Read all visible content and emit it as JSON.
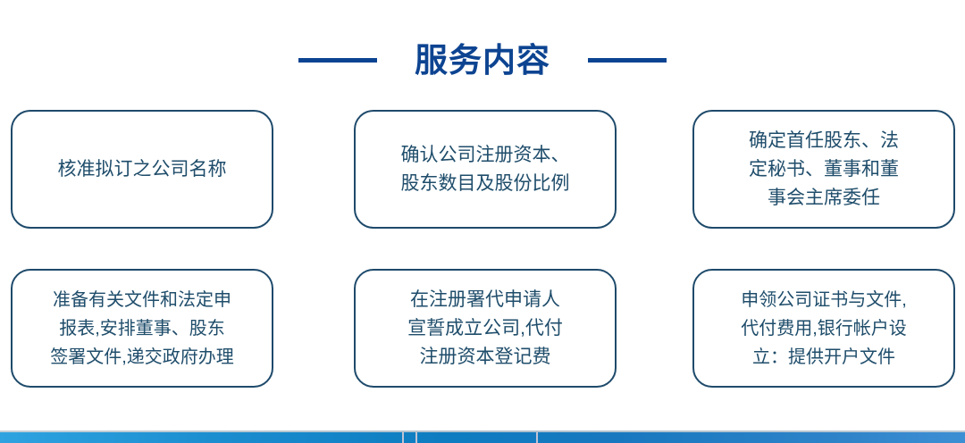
{
  "header": {
    "title": "服务内容",
    "rule_color": "#0b4492",
    "title_color": "#0d4491"
  },
  "theme": {
    "card_border": "#1e4a6b",
    "card_text": "#1f4d6b",
    "background": "#ffffff",
    "bottom_bar_light": "#2fa3e0",
    "bottom_bar_dark": "#0d7cc0"
  },
  "cards": [
    {
      "id": "approve-company-name",
      "text": "核准拟订之公司名称"
    },
    {
      "id": "confirm-capital-shareholders",
      "text": "确认公司注册资本、\n股东数目及股份比例"
    },
    {
      "id": "appoint-officers",
      "text": "确定首任股东、法\n定秘书、董事和董\n事会主席委任"
    },
    {
      "id": "prepare-documents",
      "text": "准备有关文件和法定申\n报表,安排董事、股东\n签署文件,递交政府办理"
    },
    {
      "id": "declaration-registry",
      "text": "在注册署代申请人\n宣誓成立公司,代付\n注册资本登记费"
    },
    {
      "id": "obtain-certificates",
      "text": "申领公司证书与文件,\n代付费用,银行帐户设\n立：提供开户文件"
    }
  ],
  "bottom_bar": {
    "divider_positions": [
      450,
      465,
      600
    ]
  }
}
